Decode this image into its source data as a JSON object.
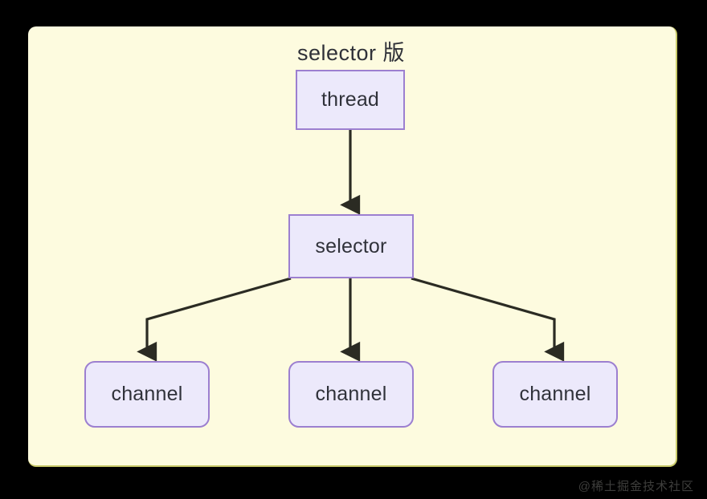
{
  "diagram": {
    "title": "selector 版",
    "title_color": "#2f3138",
    "panel_background": "#fdfbdf",
    "canvas_background": "#000000",
    "node_fill": "#ece9fb",
    "node_border": "#9c7fd0",
    "edge_color": "#2b2b23",
    "nodes": [
      {
        "id": "thread",
        "label": "thread",
        "shape": "rectangle"
      },
      {
        "id": "selector",
        "label": "selector",
        "shape": "rectangle"
      },
      {
        "id": "channel_left",
        "label": "channel",
        "shape": "rounded-rectangle"
      },
      {
        "id": "channel_middle",
        "label": "channel",
        "shape": "rounded-rectangle"
      },
      {
        "id": "channel_right",
        "label": "channel",
        "shape": "rounded-rectangle"
      }
    ],
    "edges": [
      {
        "from": "thread",
        "to": "selector",
        "arrow": "down"
      },
      {
        "from": "selector",
        "to": "channel_left",
        "arrow": "down"
      },
      {
        "from": "selector",
        "to": "channel_middle",
        "arrow": "down"
      },
      {
        "from": "selector",
        "to": "channel_right",
        "arrow": "down"
      }
    ]
  },
  "watermark": {
    "text": "@稀土掘金技术社区"
  }
}
